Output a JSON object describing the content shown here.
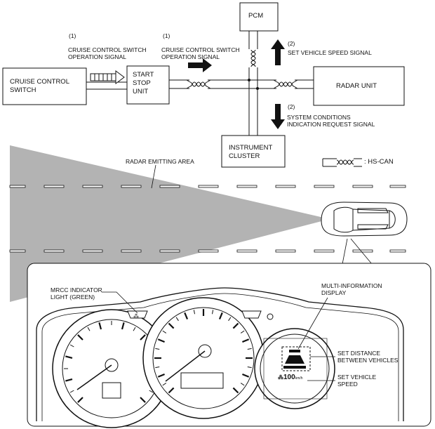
{
  "labels": {
    "pcm": "PCM",
    "cruise_switch_1": "CRUISE CONTROL",
    "cruise_switch_2": "SWITCH",
    "start_stop_1": "START",
    "start_stop_2": "STOP",
    "start_stop_3": "UNIT",
    "radar_unit": "RADAR UNIT",
    "instrument_1": "INSTRUMENT",
    "instrument_2": "CLUSTER",
    "num1_a": "(1)",
    "num1_b": "(1)",
    "num2_a": "(2)",
    "num2_b": "(2)",
    "signal1_a_line1": "CRUISE CONTROL SWITCH",
    "signal1_a_line2": "OPERATION SIGNAL",
    "signal1_b_line1": "CRUISE CONTROL SWITCH",
    "signal1_b_line2": "OPERATION SIGNAL",
    "set_vehicle_speed_signal": "SET VEHICLE SPEED SIGNAL",
    "system_conditions_1": "SYSTEM CONDITIONS",
    "system_conditions_2": "INDICATION REQUEST SIGNAL",
    "hs_can": ": HS-CAN",
    "radar_emitting_area": "RADAR EMITTING AREA",
    "mrcc_1": "MRCC INDICATOR",
    "mrcc_2": "LIGHT (GREEN)",
    "mid_1": "MULTI-INFORMATION",
    "mid_2": "DISPLAY",
    "set_distance_1": "SET DISTANCE",
    "set_distance_2": "BETWEEN VEHICLES",
    "set_speed_1": "SET VEHICLE",
    "set_speed_2": "SPEED",
    "speed_readout": "100",
    "speed_unit": "km/h"
  },
  "colors": {
    "line": "#111111",
    "radar_fill": "#b3b3b3",
    "panel_bg": "#ffffff"
  },
  "icons": [
    "twisted-pair-icon",
    "hollow-arrow-icon",
    "solid-arrow-icon",
    "car-top-view-icon",
    "mrcc-indicator-icon",
    "distance-bars-icon",
    "gauge-icon"
  ]
}
